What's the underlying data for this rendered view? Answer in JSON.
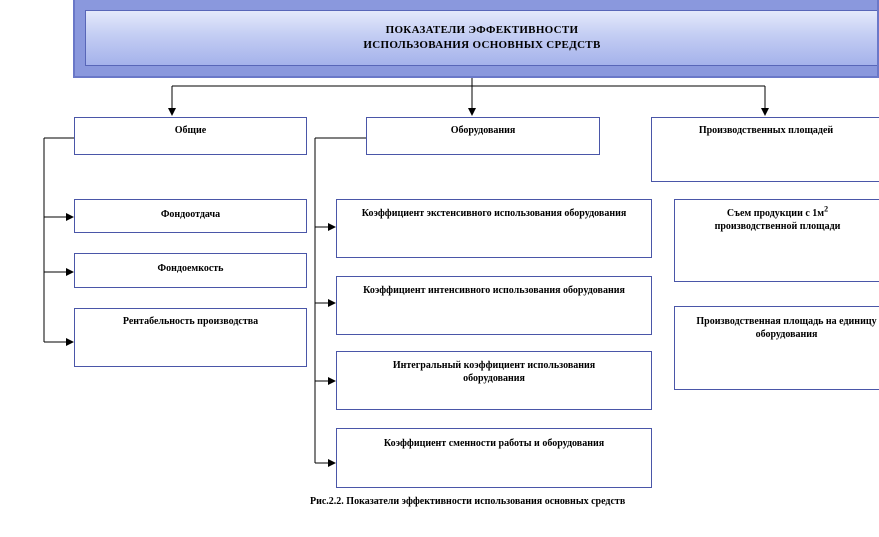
{
  "header": {
    "line1": "ПОКАЗАТЕЛИ ЭФФЕКТИВНОСТИ",
    "line2": "ИСПОЛЬЗОВАНИЯ ОСНОВНЫХ СРЕДСТВ"
  },
  "categories": [
    {
      "label": "Общие"
    },
    {
      "label": "Оборудования"
    },
    {
      "label": "Производственных площадей"
    }
  ],
  "general_items": [
    "Фондоотдача",
    "Фондоемкость",
    "Рентабельность производства"
  ],
  "equipment_items": [
    "Коэффициент экстенсивного использования оборудования",
    "Коэффициент интенсивного использования оборудования",
    "Интегральный коэффициент использования оборудования",
    "Коэффициент сменности работы и оборудования"
  ],
  "area_items": {
    "item1_prefix": "Съем продукции с 1м",
    "item1_sup": "2",
    "item1_suffix": "производственной площади",
    "item2": "Производственная площадь на единицу оборудования"
  },
  "caption": "Рис.2.2. Показатели эффективности использования основных средств"
}
